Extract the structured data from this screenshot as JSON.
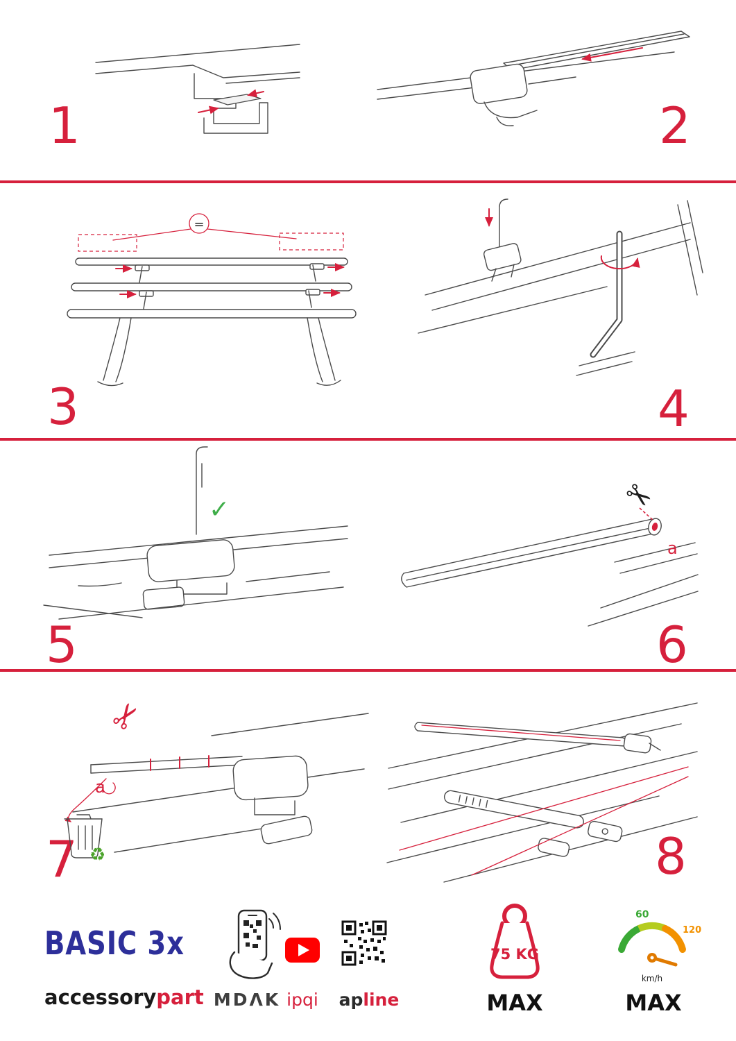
{
  "steps": [
    {
      "number": "1"
    },
    {
      "number": "2"
    },
    {
      "number": "3"
    },
    {
      "number": "4"
    },
    {
      "number": "5"
    },
    {
      "number": "6"
    },
    {
      "number": "7"
    },
    {
      "number": "8"
    }
  ],
  "annotations": {
    "equals": "=",
    "label_a": "a"
  },
  "icons": {
    "scissors": "✂",
    "check": "✓",
    "recycle": "♻"
  },
  "footer": {
    "product_name": "BASIC 3x",
    "brand": {
      "first": "accessory",
      "second": "part"
    },
    "partners": {
      "phone_label": "MDΛK",
      "youtube_label": "ipqi",
      "qr_label_first": "ap",
      "qr_label_second": "line"
    },
    "weight": {
      "value": "75 KG",
      "max": "MAX"
    },
    "speed": {
      "v60": "60",
      "v120": "120",
      "unit": "km/h",
      "max": "MAX"
    }
  },
  "colors": {
    "accent_red": "#d6203c",
    "brand_blue": "#2d2f9a",
    "youtube_red": "#ff0000",
    "check_green": "#3fae49",
    "recycle_green": "#4ba32a",
    "speed_green": "#3aa935",
    "speed_orange": "#f29100"
  }
}
